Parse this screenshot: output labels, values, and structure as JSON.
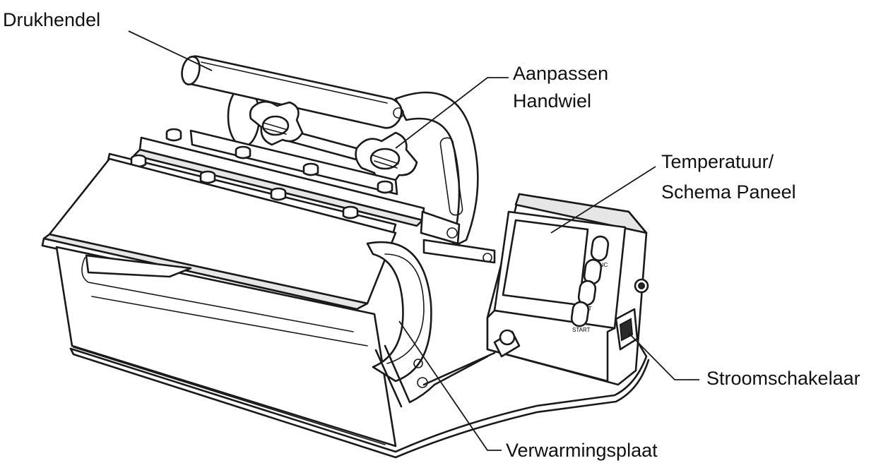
{
  "labels": {
    "handle": "Drukhendel",
    "handwheel_line1": "Aanpassen",
    "handwheel_line2": "Handwiel",
    "panel_line1": "Temperatuur/",
    "panel_line2": "Schema  Paneel",
    "switch": "Stroomschakelaar",
    "heating_plate": "Verwarmingsplaat"
  },
  "panel_buttons": [
    "FUNC",
    "SET",
    "START"
  ]
}
